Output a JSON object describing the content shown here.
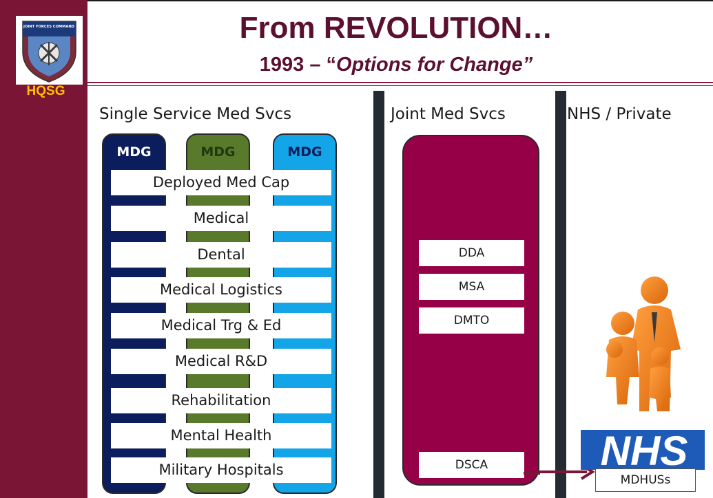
{
  "header": {
    "logo_badge": "HQSG",
    "logo_crest_text": "JOINT FORCES COMMAND",
    "title": "From REVOLUTION…",
    "subtitle_prefix": "1993 – “",
    "subtitle_italic": "Options for Change”"
  },
  "columns": {
    "single": "Single Service Med Svcs",
    "joint": "Joint Med Svcs",
    "nhs": "NHS / Private"
  },
  "pillars": [
    {
      "label": "MDG",
      "color": "#0b1d5c",
      "label_color": "#ffffff"
    },
    {
      "label": "MDG",
      "color": "#5a7a2b",
      "label_color": "#1f3a10"
    },
    {
      "label": "MDG",
      "color": "#14a5e8",
      "label_color": "#0b1d5c"
    }
  ],
  "capabilities": [
    "Deployed Med Cap",
    "Medical",
    "Dental",
    "Medical Logistics",
    "Medical Trg & Ed",
    "Medical R&D",
    "Rehabilitation",
    "Mental Health",
    "Military Hospitals"
  ],
  "joint_boxes": [
    "DDA",
    "MSA",
    "DMTO",
    "DSCA"
  ],
  "nhs": {
    "logo_text": "NHS",
    "mdhus_label": "MDHUSs",
    "logo_color": "#1e5bb8"
  },
  "colors": {
    "sidebar": "#7a1535",
    "joint_fill": "#960046",
    "title": "#5c1030",
    "divider": "#242b33",
    "badge": "#ffc000"
  }
}
